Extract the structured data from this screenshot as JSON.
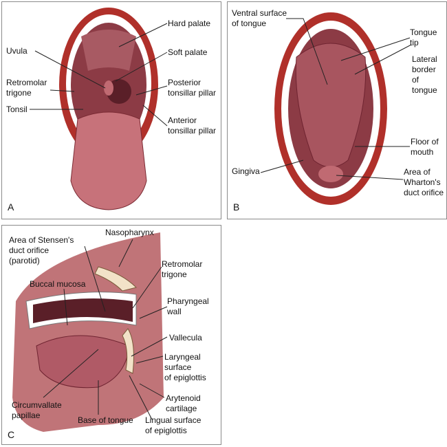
{
  "panels": {
    "A": {
      "letter": "A",
      "labels": {
        "hard_palate": "Hard palate",
        "uvula": "Uvula",
        "soft_palate": "Soft palate",
        "retromolar_trigone": "Retromolar\ntrigone",
        "posterior_pillar": "Posterior\ntonsillar pillar",
        "tonsil": "Tonsil",
        "anterior_pillar": "Anterior\ntonsillar pillar"
      }
    },
    "B": {
      "letter": "B",
      "labels": {
        "ventral_surface": "Ventral surface\nof tongue",
        "tongue_tip": "Tongue\ntip",
        "lateral_border": "Lateral\nborder\nof tongue",
        "floor_of_mouth": "Floor of\nmouth",
        "gingiva": "Gingiva",
        "wharton": "Area of\nWharton's\nduct orifice"
      }
    },
    "C": {
      "letter": "C",
      "labels": {
        "nasopharynx": "Nasopharynx",
        "stensen": "Area of Stensen's\nduct orifice\n(parotid)",
        "retromolar_trigone": "Retromolar\ntrigone",
        "buccal_mucosa": "Buccal mucosa",
        "pharyngeal_wall": "Pharyngeal\nwall",
        "vallecula": "Vallecula",
        "laryngeal_epiglottis": "Laryngeal\nsurface\nof epiglottis",
        "arytenoid": "Arytenoid\ncartilage",
        "circumvallate": "Circumvallate\npapillae",
        "base_of_tongue": "Base of tongue",
        "lingual_epiglottis": "Lingual surface\nof epiglottis"
      }
    }
  },
  "colors": {
    "lip": "#b0302a",
    "mucosa": "#8c3b45",
    "tongue": "#c7727a",
    "tooth": "#ffffff",
    "line": "#222222"
  }
}
